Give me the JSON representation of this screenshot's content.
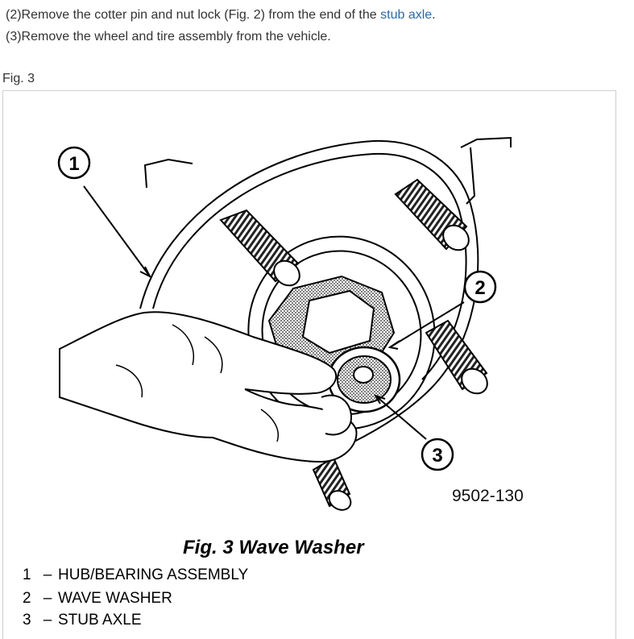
{
  "steps": [
    {
      "pre": "(2)Remove the cotter pin and nut lock (Fig. 2) from the end of the ",
      "link": "stub axle",
      "post": "."
    },
    {
      "text": "(3)Remove the wheel and tire assembly from the vehicle."
    }
  ],
  "figure_label": "Fig. 3",
  "figure": {
    "callouts": [
      "1",
      "2",
      "3"
    ],
    "part_number": "9502-130",
    "caption": "Fig. 3 Wave Washer",
    "legend": [
      {
        "num": "1",
        "dash": "–",
        "text": "HUB/BEARING ASSEMBLY"
      },
      {
        "num": "2",
        "dash": "–",
        "text": "WAVE WASHER"
      },
      {
        "num": "3",
        "dash": "–",
        "text": "STUB AXLE"
      }
    ]
  },
  "colors": {
    "link": "#2a6ab1",
    "text": "#333333",
    "border": "#cfcfcf"
  }
}
